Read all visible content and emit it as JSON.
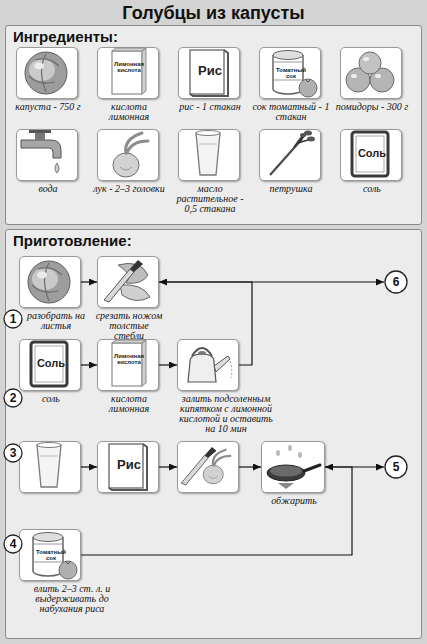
{
  "diagram": {
    "title": "Голубцы из капусты",
    "nodes": [
      {
        "text": [
          "Ингредиенты:"
        ]
      },
      {
        "text": [
          "капуста - 750 г"
        ],
        "in": 0
      },
      {
        "text": [
          "Лимонная кислота",
          "кислота лимонная"
        ],
        "in": 0
      },
      {
        "text": [
          "Рис",
          "рис - 1 стакан"
        ],
        "in": 0
      },
      {
        "text": [
          "Томатный сок",
          "сок томатный - 1 стакан"
        ],
        "in": 0
      },
      {
        "text": [
          "помидоры - 300 г"
        ],
        "in": 0
      },
      {
        "text": [
          "вода"
        ],
        "in": 0
      },
      {
        "text": [
          "лук - 2–3 головки"
        ],
        "in": 0
      },
      {
        "text": [
          "масло растительное - 0,5 стакана"
        ],
        "in": 0
      },
      {
        "text": [
          "петрушка"
        ],
        "in": 0
      },
      {
        "text": [
          "Соль",
          "соль"
        ],
        "in": 0
      },
      {
        "text": [
          "Приготовление:"
        ]
      },
      {
        "text": [
          "1"
        ],
        "in": 11
      },
      {
        "text": [
          "разобрать на листья"
        ],
        "in": 11
      },
      {
        "text": [
          "срезать ножом толстые стебли"
        ],
        "in": 11
      },
      {
        "text": [
          "6"
        ],
        "in": 11
      },
      {
        "text": [
          "2"
        ],
        "in": 11
      },
      {
        "text": [
          "Соль",
          "соль"
        ],
        "in": 11
      },
      {
        "text": [
          "Лимонная кислота",
          "кислота лимонная"
        ],
        "in": 11
      },
      {
        "text": [
          "залить подсоленным кипятком с лимонной кислотой и оставить на 10 мин"
        ],
        "in": 11
      },
      {
        "text": [
          "3"
        ],
        "in": 11
      },
      {
        "text": [],
        "in": 11
      },
      {
        "text": [
          "Рис"
        ],
        "in": 11
      },
      {
        "text": [],
        "in": 11
      },
      {
        "text": [
          "обжарить"
        ],
        "in": 11
      },
      {
        "text": [
          "5"
        ],
        "in": 11
      },
      {
        "text": [
          "4"
        ],
        "in": 11
      },
      {
        "text": [
          "Томатный сок",
          "влить 2–3 ст. л. и выдерживать до набухания риса"
        ],
        "in": 11
      }
    ],
    "edges": [
      {
        "from": 13,
        "to": 14,
        "arrow": "to"
      },
      {
        "from": 14,
        "to": 15,
        "arrow": "to"
      },
      {
        "from": 19,
        "to": 14,
        "arrow": "to"
      },
      {
        "from": 17,
        "to": 18,
        "arrow": "to"
      },
      {
        "from": 18,
        "to": 19,
        "arrow": "to"
      },
      {
        "from": 21,
        "to": 22,
        "arrow": "to"
      },
      {
        "from": 22,
        "to": 23,
        "arrow": "to"
      },
      {
        "from": 23,
        "to": 24,
        "arrow": "to"
      },
      {
        "from": 24,
        "to": 25,
        "arrow": "to"
      },
      {
        "from": 27,
        "to": 24,
        "arrow": "to"
      }
    ]
  }
}
